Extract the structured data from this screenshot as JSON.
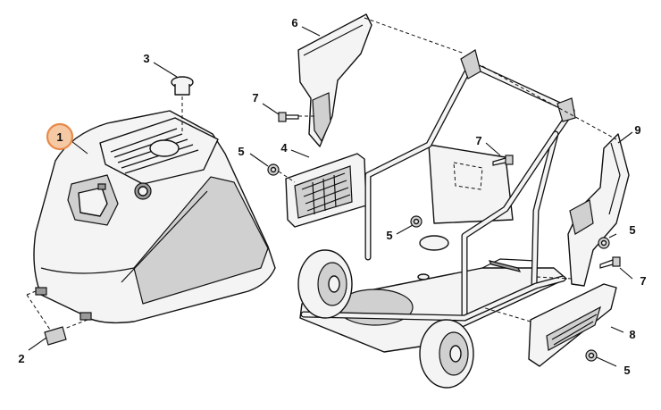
{
  "diagram": {
    "callouts": {
      "c1": "1",
      "c2": "2",
      "c3": "3",
      "c4": "4",
      "c5a": "5",
      "c5b": "5",
      "c5c": "5",
      "c5d": "5",
      "c6": "6",
      "c7a": "7",
      "c7b": "7",
      "c7c": "7",
      "c8": "8",
      "c9": "9"
    },
    "highlight_color": "#e8894a",
    "highlight_fill": "#f6c9a5"
  }
}
